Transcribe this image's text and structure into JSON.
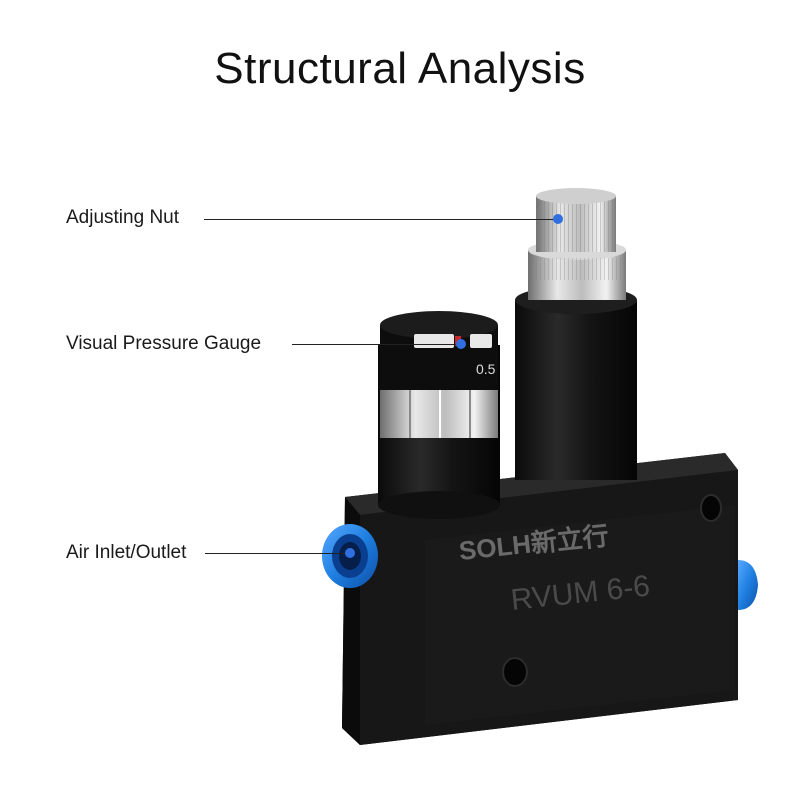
{
  "title": "Structural Analysis",
  "callouts": [
    {
      "label": "Adjusting Nut"
    },
    {
      "label": "Visual Pressure Gauge"
    },
    {
      "label": "Air Inlet/Outlet"
    }
  ],
  "product": {
    "model_text": "RVUM 6-6",
    "gauge_text": "0.5",
    "watermark": "SOLH新立行"
  },
  "colors": {
    "accent_dot": "#2f6fe0",
    "fitting_blue": "#1f7fe0",
    "body_black": "#141414"
  }
}
